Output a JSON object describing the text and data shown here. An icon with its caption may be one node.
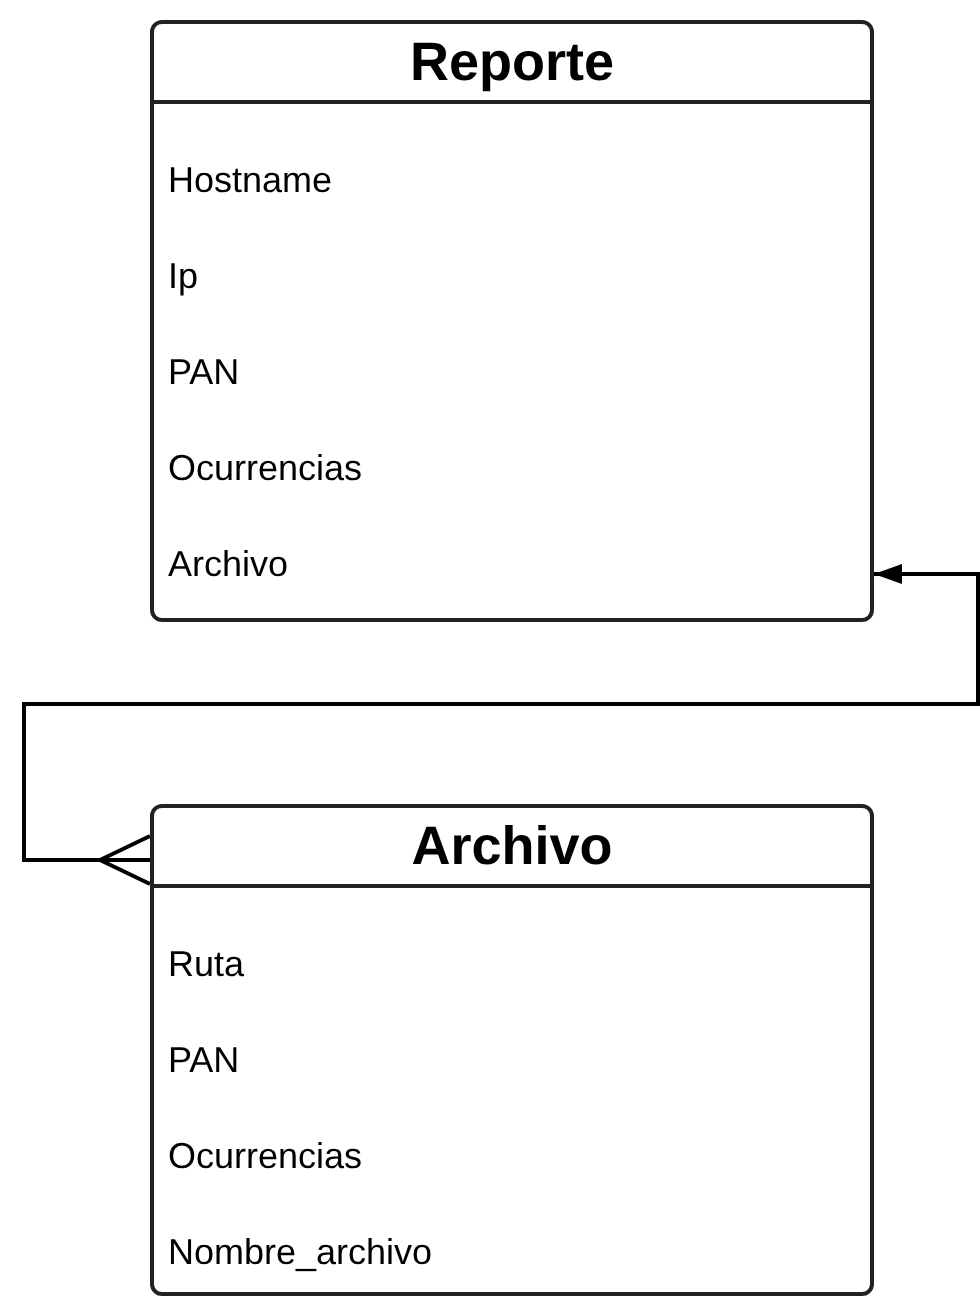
{
  "diagram": {
    "nodes": [
      {
        "text": [
          "Reporte",
          "Hostname",
          "Ip",
          "PAN",
          "Ocurrencias",
          "Archivo"
        ]
      },
      {
        "text": [
          "Archivo",
          "Ruta",
          "PAN",
          "Ocurrencias",
          "Nombre_archivo"
        ]
      }
    ],
    "edges": [
      {
        "from": 1,
        "to": 0,
        "arrow": "to"
      }
    ]
  }
}
